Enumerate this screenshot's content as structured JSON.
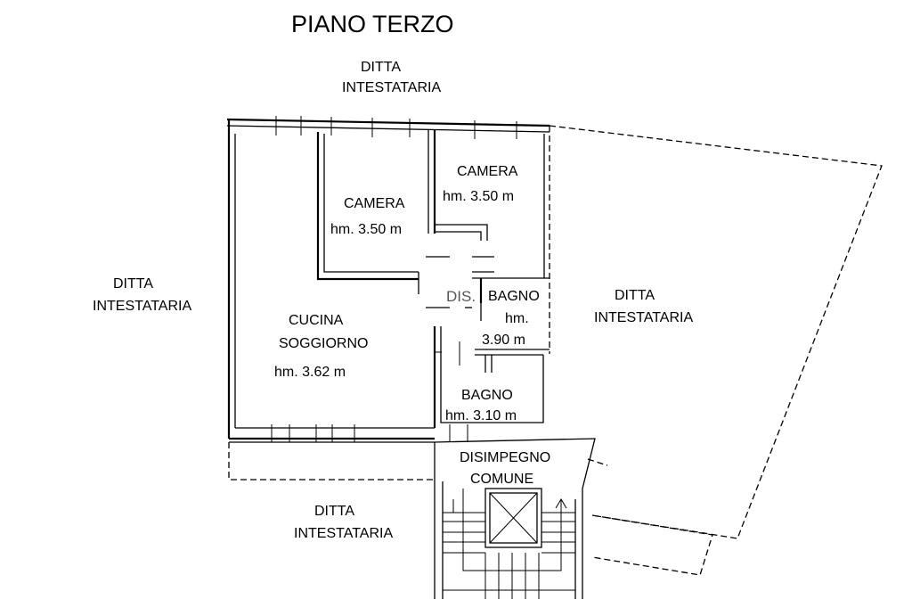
{
  "title": "PIANO TERZO",
  "neighbors": {
    "top": [
      "DITTA",
      "INTESTATARIA"
    ],
    "left": [
      "DITTA",
      "INTESTATARIA"
    ],
    "right": [
      "DITTA",
      "INTESTATARIA"
    ],
    "bottom": [
      "DITTA",
      "INTESTATARIA"
    ]
  },
  "rooms": {
    "camera_left": {
      "name": "CAMERA",
      "height": "hm. 3.50 m"
    },
    "camera_right": {
      "name": "CAMERA",
      "height": "hm. 3.50 m"
    },
    "cucina": {
      "name_line1": "CUCINA",
      "name_line2": "SOGGIORNO",
      "height": "hm. 3.62 m"
    },
    "dis": {
      "name": "DIS."
    },
    "bagno_upper": {
      "name": "BAGNO",
      "height_line1": "hm.",
      "height_line2": "3.90 m"
    },
    "bagno_lower": {
      "name": "BAGNO",
      "height": "hm. 3.10 m"
    },
    "disimpegno": {
      "name_line1": "DISIMPEGNO",
      "name_line2": "COMUNE"
    }
  }
}
